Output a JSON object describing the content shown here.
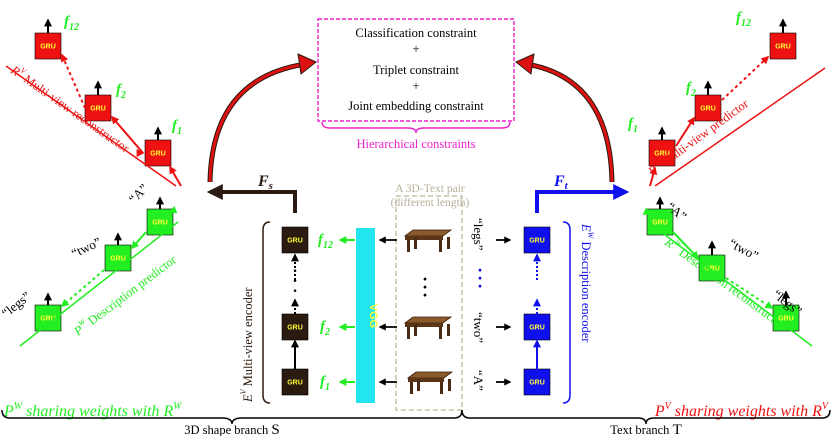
{
  "constraints": {
    "line1": "Classification constraint",
    "plus1": "+",
    "line2": "Triplet constraint",
    "plus2": "+",
    "line3": "Joint embedding constraint",
    "caption": "Hierarchical constraints"
  },
  "gru_label": "GRU",
  "vgg_label": "VGG",
  "dots": "·",
  "features": {
    "Fs": "F",
    "Fs_sub": "s",
    "Ft": "F",
    "Ft_sub": "t",
    "f": "f",
    "sub1": "1",
    "sub2": "2",
    "sub12": "12"
  },
  "pair": {
    "line1": "A 3D-Text pair",
    "line2": "(different length)"
  },
  "words": {
    "w1": "“A”",
    "w2": "“two”",
    "w3": "“legs”"
  },
  "labels": {
    "rv_sup": "V",
    "rv_main": "R",
    "rv_text": " Multi-view reconstructor",
    "pw_main": "P",
    "pw_sup": "W",
    "pw_text": " Description predictor",
    "ev_main": "E",
    "ev_sup": "V",
    "ev_text": " Multi-view encoder",
    "ew_main": "E",
    "ew_sup": "W",
    "ew_text": " Description encoder",
    "pv_main": "P",
    "pv_sup": "V",
    "pv_text": " Multi-view predictor",
    "rw_main": "R",
    "rw_sup": "W",
    "rw_text": " Description reconstructor"
  },
  "sharing": {
    "left_p": "P",
    "left_p_sup": "W",
    "left_mid": " sharing weights with ",
    "left_r": "R",
    "left_r_sup": "W",
    "right_p": "P",
    "right_p_sup": "V",
    "right_mid": " sharing weights with ",
    "right_r": "R",
    "right_r_sup": "V"
  },
  "branches": {
    "left": "3D shape branch ",
    "left_letter": "S",
    "right": "Text branch ",
    "right_letter": "T"
  },
  "colors": {
    "red": "#ee1111",
    "green": "#22ee22",
    "brown": "#2a1a10",
    "blue": "#1010ee",
    "cyan": "#22e5f0",
    "magenta": "#ee22cc",
    "dashed_gray": "#c8c2a8"
  }
}
